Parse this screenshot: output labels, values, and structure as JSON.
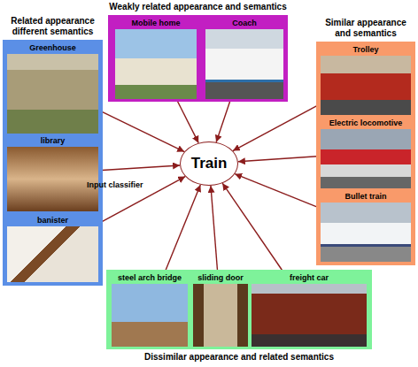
{
  "diagram": {
    "nodes": [
      {
        "text": [
          "Weakly related appearance and semantics"
        ]
      },
      {
        "text": [
          "Mobile home"
        ],
        "in": 0
      },
      {
        "text": [
          "Coach"
        ],
        "in": 0
      },
      {
        "text": [
          "Related appearance different semantics"
        ]
      },
      {
        "text": [
          "Greenhouse"
        ],
        "in": 3
      },
      {
        "text": [
          "library"
        ],
        "in": 3
      },
      {
        "text": [
          "banister"
        ],
        "in": 3
      },
      {
        "text": [
          "Train"
        ]
      },
      {
        "text": [
          "Similar appearance and semantics"
        ]
      },
      {
        "text": [
          "Trolley"
        ],
        "in": 8
      },
      {
        "text": [
          "Electric locomotive"
        ],
        "in": 8
      },
      {
        "text": [
          "Bullet train"
        ],
        "in": 8
      },
      {
        "text": [
          "Dissimilar appearance and related semantics"
        ]
      },
      {
        "text": [
          "steel arch bridge"
        ],
        "in": 12
      },
      {
        "text": [
          "sliding door"
        ],
        "in": 12
      },
      {
        "text": [
          "freight car"
        ],
        "in": 12
      }
    ],
    "edges": [
      {
        "from": 1,
        "to": 7,
        "arrow": "to"
      },
      {
        "from": 2,
        "to": 7,
        "arrow": "to"
      },
      {
        "from": 4,
        "to": 7,
        "arrow": "to"
      },
      {
        "from": 5,
        "to": 7,
        "arrow": "to"
      },
      {
        "from": 6,
        "to": 7,
        "arrow": "to"
      },
      {
        "from": 9,
        "to": 7,
        "arrow": "to"
      },
      {
        "from": 10,
        "to": 7,
        "arrow": "to"
      },
      {
        "from": 11,
        "to": 7,
        "arrow": "to"
      },
      {
        "from": 13,
        "to": 7,
        "arrow": "to"
      },
      {
        "from": 14,
        "to": 7,
        "arrow": "to"
      },
      {
        "from": 15,
        "to": 7,
        "arrow": "to"
      }
    ],
    "labels": [
      "Input classifier"
    ]
  }
}
